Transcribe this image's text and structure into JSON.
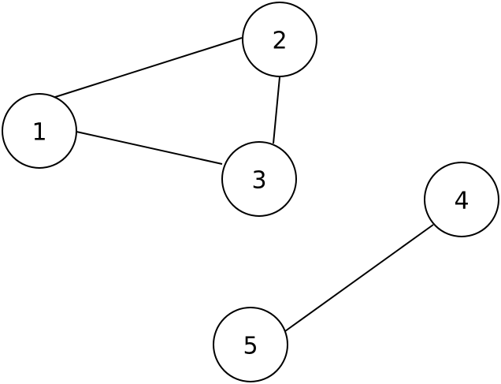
{
  "graph": {
    "nodes": [
      {
        "id": "1",
        "label": "1"
      },
      {
        "id": "2",
        "label": "2"
      },
      {
        "id": "3",
        "label": "3"
      },
      {
        "id": "4",
        "label": "4"
      },
      {
        "id": "5",
        "label": "5"
      }
    ],
    "edges": [
      {
        "from": "1",
        "to": "2"
      },
      {
        "from": "1",
        "to": "3"
      },
      {
        "from": "2",
        "to": "3"
      },
      {
        "from": "4",
        "to": "5"
      }
    ]
  }
}
